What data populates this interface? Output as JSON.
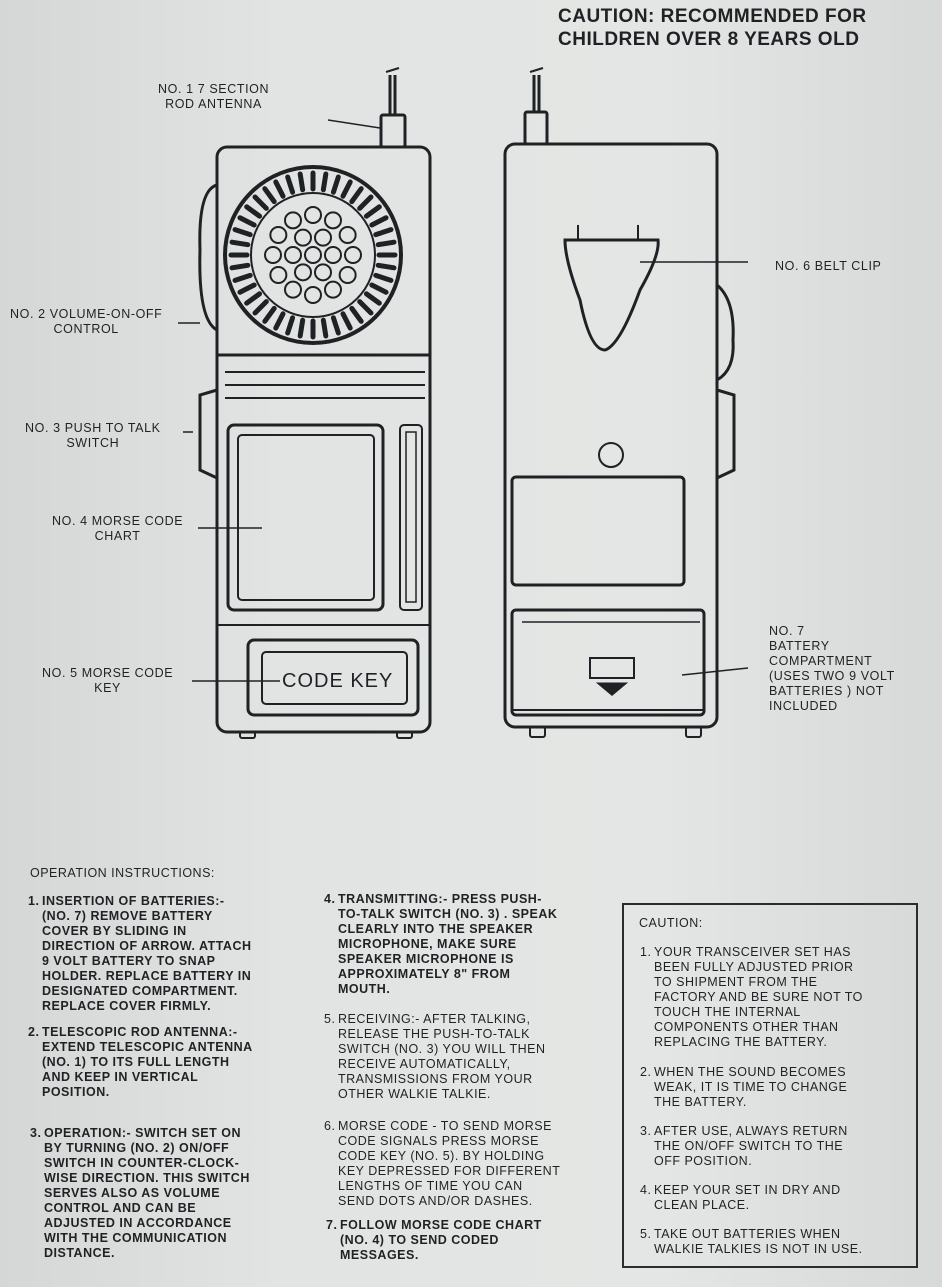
{
  "header": {
    "caution": "CAUTION: RECOMMENDED FOR\nCHILDREN OVER 8 YEARS OLD"
  },
  "diagram": {
    "labels": {
      "antenna": "NO. 1  7 SECTION\nROD ANTENNA",
      "volume": "NO. 2 VOLUME-ON-OFF\nCONTROL",
      "ptt": "NO. 3 PUSH TO TALK\nSWITCH",
      "chart": "NO. 4 MORSE CODE\nCHART",
      "key": "NO. 5 MORSE CODE\nKEY",
      "clip": "NO. 6  BELT CLIP",
      "battery": "NO. 7\nBATTERY\nCOMPARTMENT\n(USES TWO 9 VOLT\nBATTERIES ) NOT\nINCLUDED"
    },
    "code_key_text": "CODE KEY"
  },
  "operation": {
    "title": "OPERATION INSTRUCTIONS:",
    "items": [
      {
        "n": "1.",
        "text": "INSERTION OF BATTERIES:-\n(NO. 7) REMOVE BATTERY\nCOVER BY SLIDING IN\nDIRECTION OF ARROW. ATTACH\n9 VOLT BATTERY TO SNAP\nHOLDER. REPLACE BATTERY IN\nDESIGNATED COMPARTMENT.\nREPLACE COVER FIRMLY."
      },
      {
        "n": "2.",
        "text": "TELESCOPIC ROD ANTENNA:-\nEXTEND TELESCOPIC ANTENNA\n(NO. 1) TO ITS FULL LENGTH\nAND KEEP IN VERTICAL\nPOSITION."
      },
      {
        "n": "3.",
        "text": "OPERATION:- SWITCH SET ON\nBY TURNING (NO. 2) ON/OFF\nSWITCH IN COUNTER-CLOCK-\nWISE DIRECTION. THIS SWITCH\nSERVES ALSO AS VOLUME\nCONTROL AND CAN BE\nADJUSTED IN ACCORDANCE\nWITH THE COMMUNICATION\nDISTANCE."
      },
      {
        "n": "4.",
        "text": "TRANSMITTING:-  PRESS PUSH-\nTO-TALK SWITCH (NO. 3) . SPEAK\nCLEARLY INTO THE SPEAKER\nMICROPHONE, MAKE SURE\nSPEAKER MICROPHONE IS\nAPPROXIMATELY 8\" FROM\nMOUTH."
      },
      {
        "n": "5.",
        "text": "RECEIVING:- AFTER TALKING,\nRELEASE THE PUSH-TO-TALK\nSWITCH (NO. 3) YOU WILL THEN\nRECEIVE AUTOMATICALLY,\nTRANSMISSIONS FROM YOUR\nOTHER WALKIE TALKIE."
      },
      {
        "n": "6.",
        "text": "MORSE CODE - TO SEND MORSE\nCODE SIGNALS PRESS MORSE\nCODE KEY (NO. 5). BY HOLDING\nKEY DEPRESSED FOR DIFFERENT\nLENGTHS OF TIME YOU CAN\nSEND DOTS AND/OR DASHES."
      },
      {
        "n": "7.",
        "text": "FOLLOW MORSE CODE CHART\n(NO. 4) TO SEND CODED\nMESSAGES."
      }
    ]
  },
  "caution_box": {
    "title": "CAUTION:",
    "items": [
      {
        "n": "1.",
        "text": "YOUR TRANSCEIVER SET HAS\nBEEN FULLY ADJUSTED PRIOR\nTO SHIPMENT FROM THE\nFACTORY AND BE SURE NOT TO\nTOUCH THE INTERNAL\nCOMPONENTS OTHER THAN\nREPLACING THE BATTERY."
      },
      {
        "n": "2.",
        "text": "WHEN THE SOUND BECOMES\nWEAK, IT IS TIME TO CHANGE\nTHE BATTERY."
      },
      {
        "n": "3.",
        "text": "AFTER USE, ALWAYS RETURN\nTHE ON/OFF SWITCH TO THE\nOFF POSITION."
      },
      {
        "n": "4.",
        "text": "KEEP YOUR SET IN DRY AND\nCLEAN PLACE."
      },
      {
        "n": "5.",
        "text": "TAKE OUT BATTERIES WHEN\nWALKIE TALKIES IS NOT IN USE."
      }
    ]
  }
}
